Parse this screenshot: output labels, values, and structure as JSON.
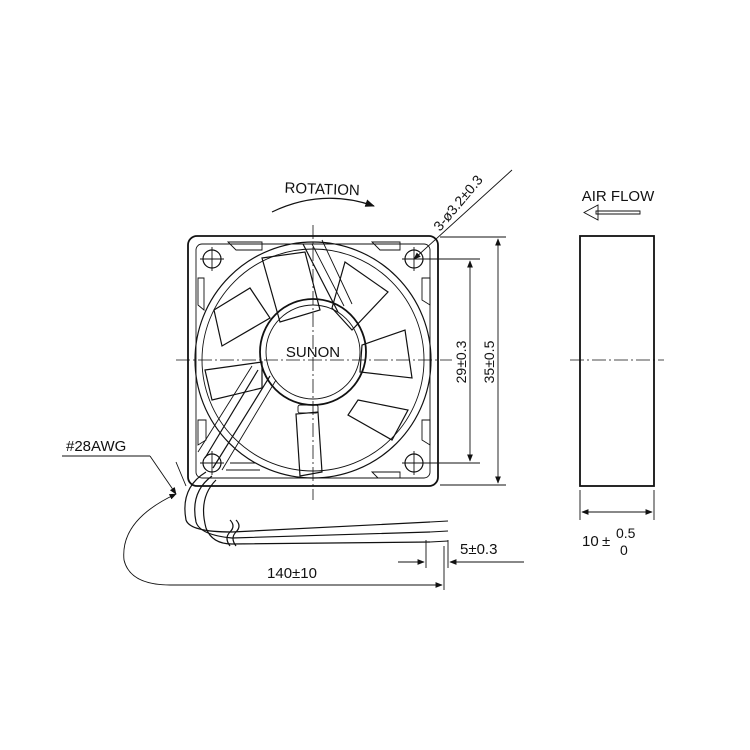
{
  "drawing": {
    "rotation_label": "ROTATION",
    "airflow_label": "AIR FLOW",
    "brand_label": "SUNON",
    "hole_callout": "3-ø3.2±0.3",
    "dim_hole_spacing": "29±0.3",
    "dim_frame_size": "35±0.5",
    "wire_gauge": "#28AWG",
    "dim_lead_length": "140±10",
    "dim_strip_length": "5±0.3",
    "dim_thickness_base": "10",
    "dim_thickness_pm": "±",
    "dim_thickness_upper": "0.5",
    "dim_thickness_lower": "0"
  }
}
